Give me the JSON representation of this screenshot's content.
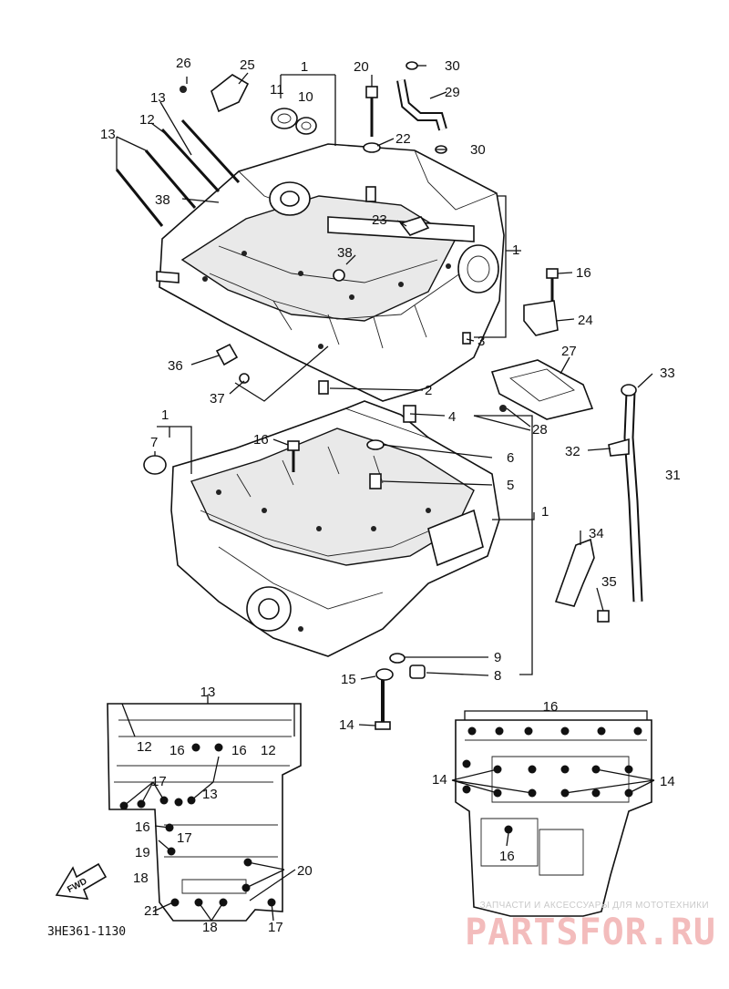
{
  "diagram": {
    "part_labels": [
      "1",
      "2",
      "3",
      "4",
      "5",
      "6",
      "7",
      "8",
      "9",
      "10",
      "11",
      "12",
      "13",
      "14",
      "15",
      "16",
      "17",
      "18",
      "19",
      "20",
      "21",
      "22",
      "23",
      "24",
      "25",
      "26",
      "27",
      "28",
      "29",
      "30",
      "31",
      "32",
      "33",
      "34",
      "35",
      "36",
      "37",
      "38"
    ],
    "top_view_labels": {
      "left_13": "13",
      "left_12a": "12",
      "left_16a": "16",
      "left_16b": "16",
      "left_12b": "12",
      "left_17a": "17",
      "left_13b": "13",
      "left_16c": "16",
      "left_17b": "17",
      "left_19": "19",
      "left_18a": "18",
      "left_20": "20",
      "left_21": "21",
      "left_18b": "18",
      "left_17c": "17",
      "right_16a": "16",
      "right_14a": "14",
      "right_14b": "14",
      "right_16b": "16"
    },
    "fwd_arrow": "FWD",
    "drawing_code": "3HE361-1130"
  },
  "watermark": {
    "caption": "ЗАПЧАСТИ И АКСЕССУАРЫ ДЛЯ МОТОТЕХНИКИ",
    "brand": "PARTSFOR.RU"
  }
}
